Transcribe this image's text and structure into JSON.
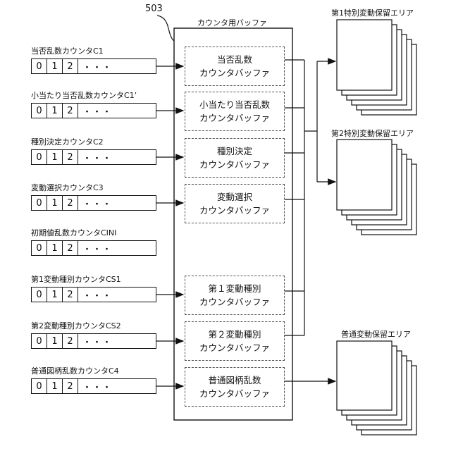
{
  "ref_number": "503",
  "buffer_title": "カウンタ用バッファ",
  "counters": [
    {
      "label": "当否乱数カウンタC1",
      "cells": [
        "0",
        "1",
        "2",
        "・・・"
      ]
    },
    {
      "label": "小当たり当否乱数カウンタC1’",
      "cells": [
        "0",
        "1",
        "2",
        "・・・"
      ]
    },
    {
      "label": "種別決定カウンタC2",
      "cells": [
        "0",
        "1",
        "2",
        "・・・"
      ]
    },
    {
      "label": "変動選択カウンタC3",
      "cells": [
        "0",
        "1",
        "2",
        "・・・"
      ]
    },
    {
      "label": "初期値乱数カウンタCINI",
      "cells": [
        "0",
        "1",
        "2",
        "・・・"
      ]
    },
    {
      "label": "第1変動種別カウンタCS1",
      "cells": [
        "0",
        "1",
        "2",
        "・・・"
      ]
    },
    {
      "label": "第2変動種別カウンタCS2",
      "cells": [
        "0",
        "1",
        "2",
        "・・・"
      ]
    },
    {
      "label": "普通図柄乱数カウンタC4",
      "cells": [
        "0",
        "1",
        "2",
        "・・・"
      ]
    }
  ],
  "buffers": [
    {
      "line1": "当否乱数",
      "line2": "カウンタバッファ"
    },
    {
      "line1": "小当たり当否乱数",
      "line2": "カウンタバッファ"
    },
    {
      "line1": "種別決定",
      "line2": "カウンタバッファ"
    },
    {
      "line1": "変動選択",
      "line2": "カウンタバッファ"
    },
    {
      "line1": "第１変動種別",
      "line2": "カウンタバッファ"
    },
    {
      "line1": "第２変動種別",
      "line2": "カウンタバッファ"
    },
    {
      "line1": "普通図柄乱数",
      "line2": "カウンタバッファ"
    }
  ],
  "storage_areas": [
    {
      "title": "第1特別変動保留エリア"
    },
    {
      "title": "第2特別変動保留エリア"
    },
    {
      "title": "普通変動保留エリア"
    }
  ]
}
